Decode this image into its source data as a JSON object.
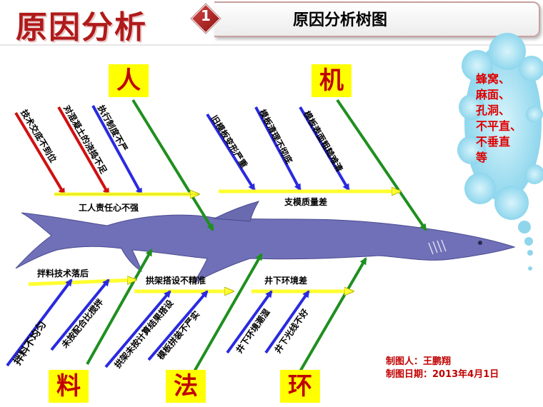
{
  "header": {
    "title": "原因分析",
    "step": "1",
    "subtitle": "原因分析树图"
  },
  "categories": {
    "man": "人",
    "machine": "机",
    "material": "料",
    "method": "法",
    "environment": "环"
  },
  "man_branch": {
    "main": "工人责任心不强",
    "causes": [
      "技术交底不到位",
      "对混凝土的浇捣不足",
      "执行制度不严"
    ]
  },
  "machine_branch": {
    "main": "支模质量差",
    "causes": [
      "旧模板变形严重",
      "模板清理不彻底",
      "模板表面粗糙难清"
    ]
  },
  "material_branch": {
    "main": "拌料技术落后",
    "causes": [
      "拌料不均匀",
      "未按配合比搅拌"
    ]
  },
  "method_branch": {
    "main": "拱架搭设不精准",
    "causes": [
      "拱架未按计算结果搭设",
      "模板拼装不严实"
    ]
  },
  "environment_branch": {
    "main": "井下环境差",
    "causes": [
      "井下环境潮湿",
      "井下光线不好"
    ]
  },
  "effect": {
    "lines": [
      "蜂窝、",
      "麻面、",
      "孔洞、",
      "不平直、",
      "不垂直",
      "等"
    ]
  },
  "credits": {
    "maker": "制图人：王鹏翔",
    "date": "制图日期：2013年4月1日"
  },
  "colors": {
    "title_red": "#b01a1a",
    "category_bg": "#ffff00",
    "category_text": "#c00000",
    "fish_body": "#7070b8",
    "arrow_green": "#1f8f1f",
    "arrow_blue": "#2a2ae0",
    "arrow_red": "#d01010",
    "arrow_yellow": "#ffff30"
  }
}
